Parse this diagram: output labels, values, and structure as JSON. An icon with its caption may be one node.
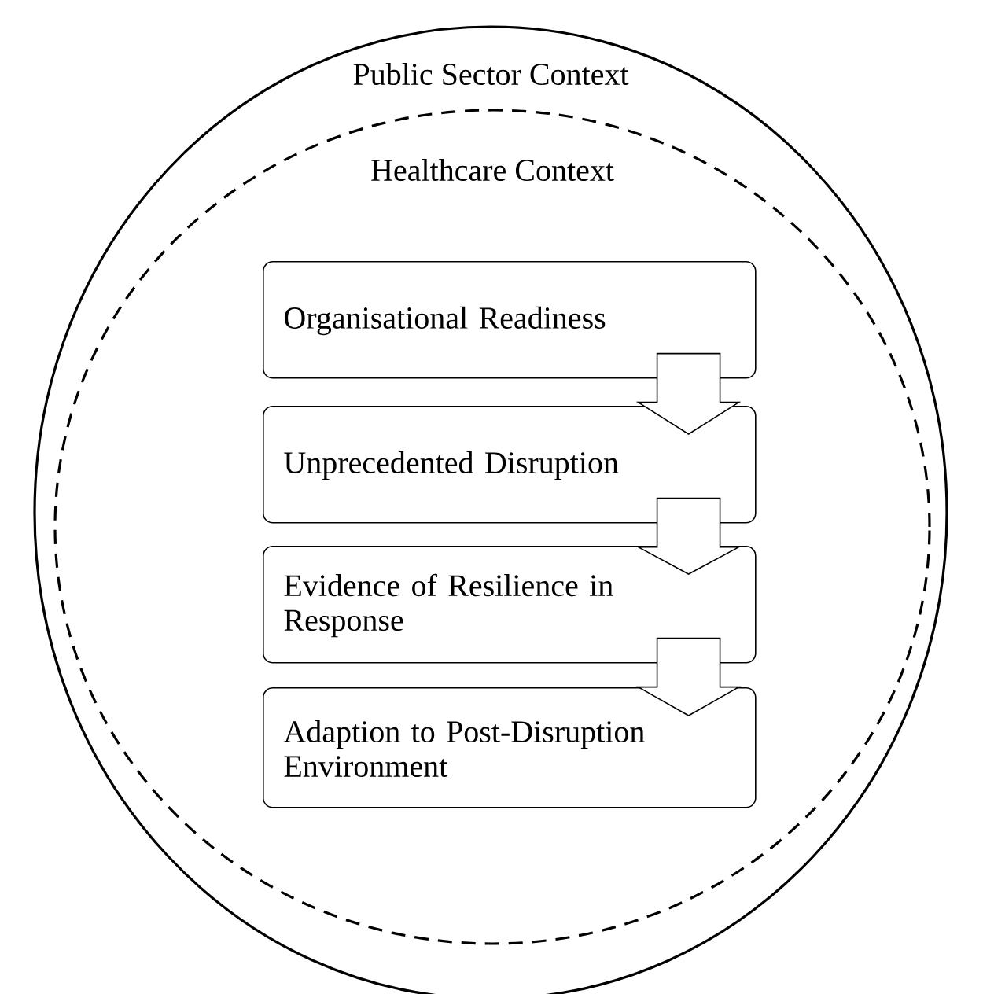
{
  "diagram": {
    "nodes": [
      {
        "text": [
          "Public Sector Context"
        ]
      },
      {
        "text": [
          "Healthcare Context"
        ],
        "in": 0
      },
      {
        "text": [
          "Organisational Readiness"
        ],
        "in": 1
      },
      {
        "text": [
          "Unprecedented Disruption"
        ],
        "in": 1
      },
      {
        "text": [
          "Evidence of Resilience in Response"
        ],
        "in": 1
      },
      {
        "text": [
          "Adaption to Post-Disruption Environment"
        ],
        "in": 1
      }
    ],
    "edges": [
      {
        "from": 2,
        "to": 3,
        "arrow": "to"
      },
      {
        "from": 3,
        "to": 4,
        "arrow": "to"
      },
      {
        "from": 4,
        "to": 5,
        "arrow": "to"
      }
    ]
  }
}
